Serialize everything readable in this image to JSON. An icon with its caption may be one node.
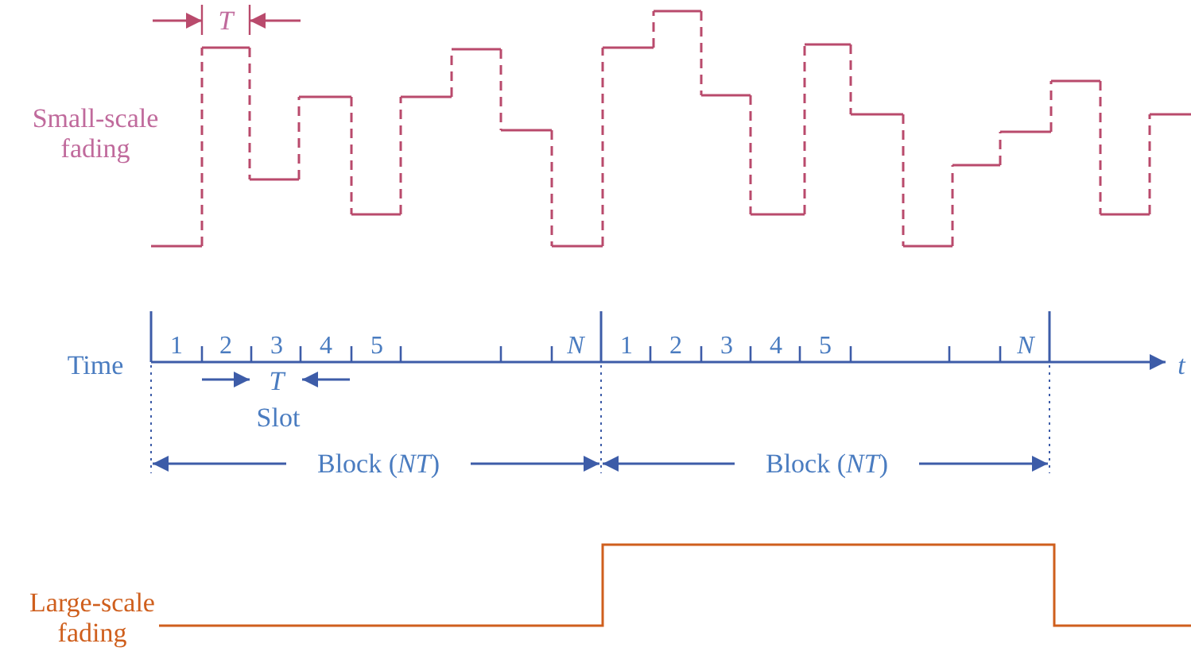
{
  "diagram": {
    "labels": [
      "T",
      "Small-scale fading",
      "Time",
      "1",
      "2",
      "3",
      "4",
      "5",
      "N",
      "1",
      "2",
      "3",
      "4",
      "5",
      "N",
      "t",
      "T",
      "Slot",
      "Block (*NT*)",
      "Block (*NT*)",
      "Large-scale fading"
    ]
  }
}
